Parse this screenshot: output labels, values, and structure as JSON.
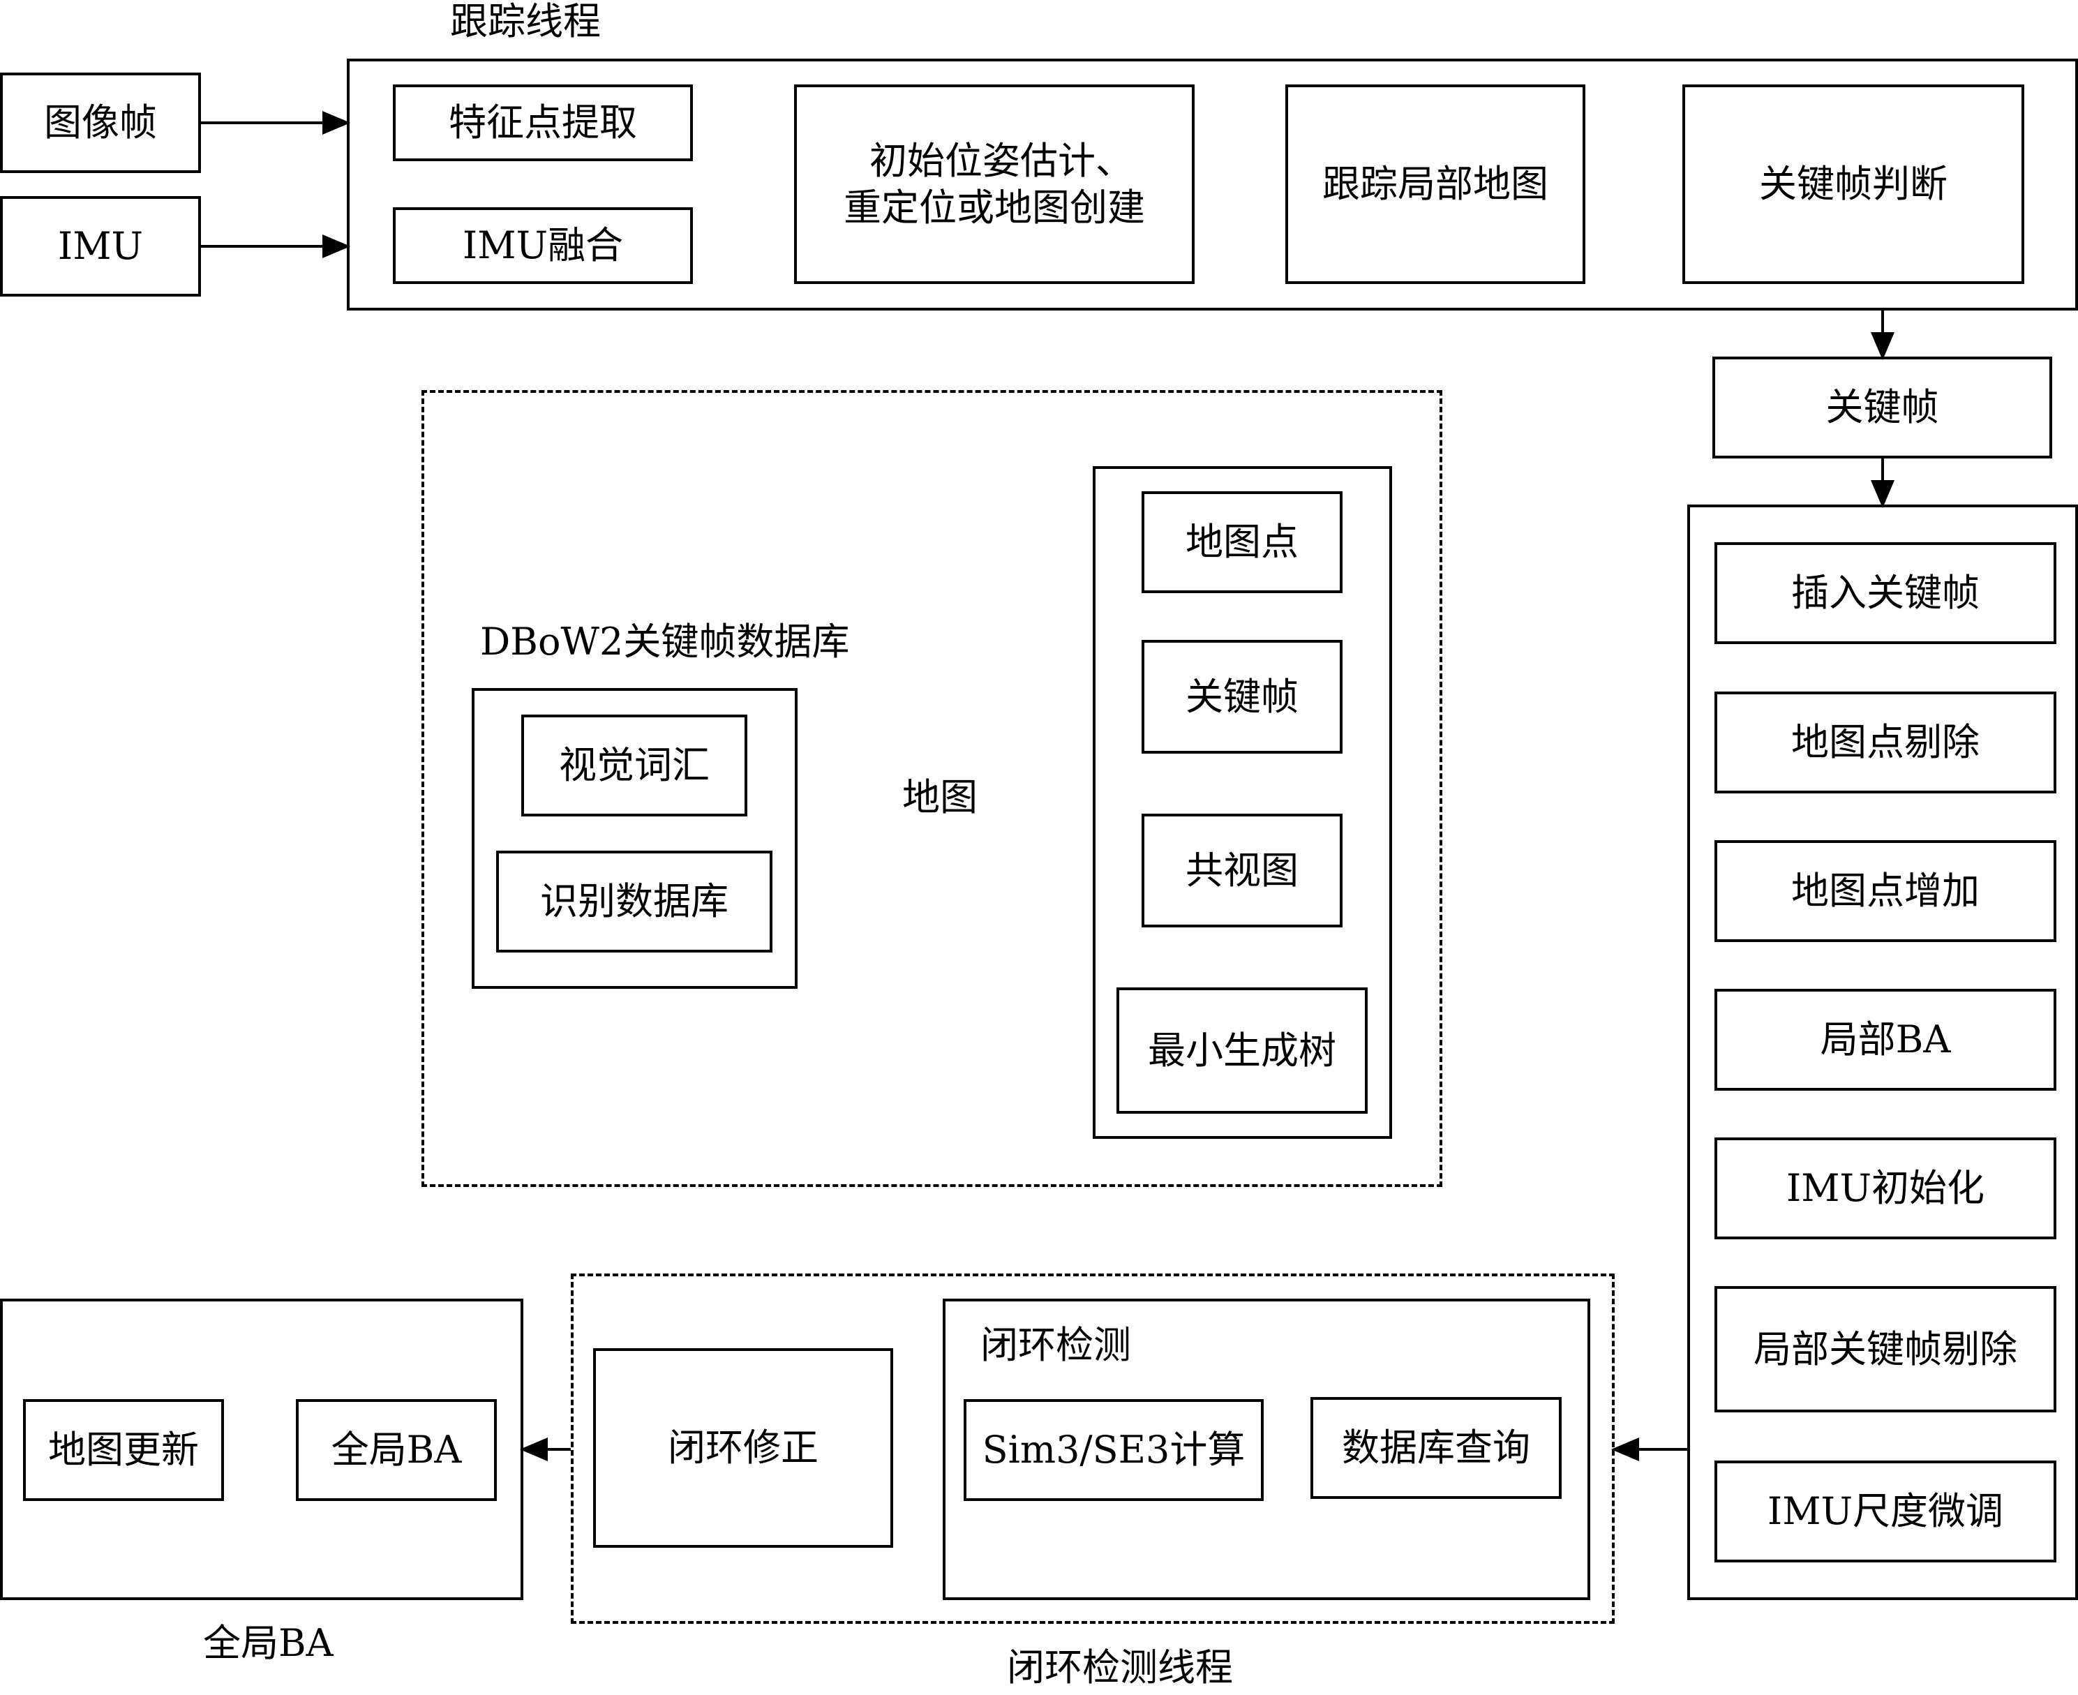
{
  "inputs": {
    "image_frame": "图像帧",
    "imu": "IMU"
  },
  "tracking": {
    "title": "跟踪线程",
    "feature_extraction": "特征点提取",
    "imu_fusion": "IMU融合",
    "init_pose_line1": "初始位姿估计、",
    "init_pose_line2": "重定位或地图创建",
    "track_local_map": "跟踪局部地图",
    "keyframe_decision": "关键帧判断"
  },
  "keyframe": "关键帧",
  "local_mapping": {
    "insert_keyframe": "插入关键帧",
    "map_point_culling": "地图点剔除",
    "map_point_creation": "地图点增加",
    "local_ba": "局部BA",
    "imu_init": "IMU初始化",
    "keyframe_culling": "局部关键帧剔除",
    "imu_scale_refine": "IMU尺度微调"
  },
  "database": {
    "title": "DBoW2关键帧数据库",
    "visual_vocabulary": "视觉词汇",
    "recognition_db": "识别数据库"
  },
  "map": {
    "label": "地图",
    "map_points": "地图点",
    "keyframes": "关键帧",
    "covisibility_graph": "共视图",
    "spanning_tree": "最小生成树"
  },
  "loop_closing": {
    "thread_label": "闭环检测线程",
    "loop_correction": "闭环修正",
    "detection_title": "闭环检测",
    "sim3_compute": "Sim3/SE3计算",
    "db_query": "数据库查询"
  },
  "global_ba": {
    "label": "全局BA",
    "map_update": "地图更新",
    "global_ba_box": "全局BA"
  }
}
